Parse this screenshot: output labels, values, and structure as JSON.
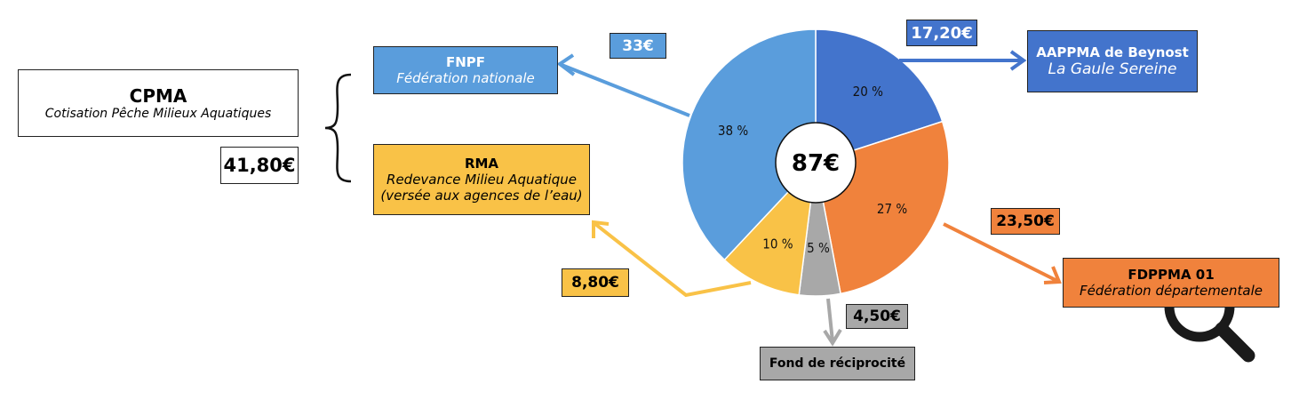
{
  "cpma": {
    "title": "CPMA",
    "subtitle": "Cotisation Pêche Milieux Aquatiques",
    "amount": "41,80€"
  },
  "fnpf": {
    "title": "FNPF",
    "subtitle": "Fédération nationale",
    "amount": "33€"
  },
  "rma": {
    "title": "RMA",
    "subtitle1": "Redevance Milieu Aquatique",
    "subtitle2": "(versée aux agences de l’eau)",
    "amount": "8,80€"
  },
  "aappma": {
    "title": "AAPPMA de Beynost",
    "subtitle": "La Gaule Sereine",
    "amount": "17,20€"
  },
  "fdppma": {
    "title": "FDPPMA 01",
    "subtitle": "Fédération départementale",
    "amount": "23,50€"
  },
  "fond": {
    "title": "Fond de réciprocité",
    "amount": "4,50€"
  },
  "chart_data": {
    "type": "pie",
    "center_label": "87€",
    "categories": [
      "AAPPMA de Beynost",
      "FDPPMA 01",
      "Fond de réciprocité",
      "RMA",
      "FNPF"
    ],
    "values": [
      20,
      27,
      5,
      10,
      38
    ],
    "labels": [
      "20 %",
      "27 %",
      "5 %",
      "10 %",
      "38 %"
    ],
    "colors": [
      "#4374CC",
      "#F0823C",
      "#A8A8A8",
      "#F9C247",
      "#5A9DDC"
    ]
  }
}
